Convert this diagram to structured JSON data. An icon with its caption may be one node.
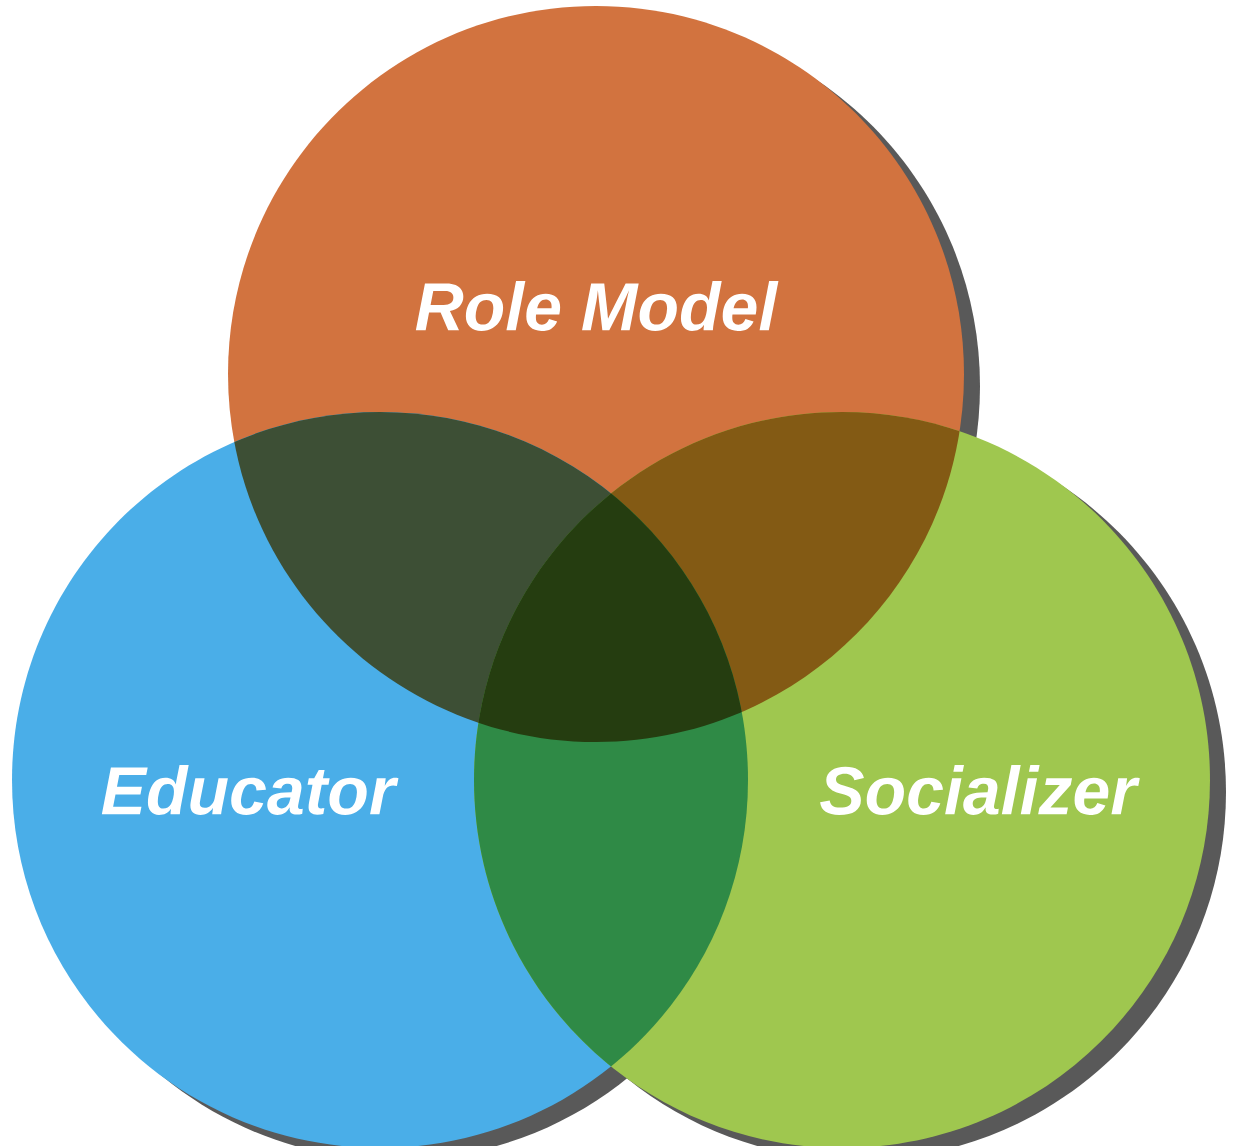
{
  "diagram": {
    "nodes": [
      {
        "text": [
          "Role Model"
        ]
      },
      {
        "text": [
          "Educator"
        ]
      },
      {
        "text": [
          "Socializer"
        ]
      }
    ]
  }
}
